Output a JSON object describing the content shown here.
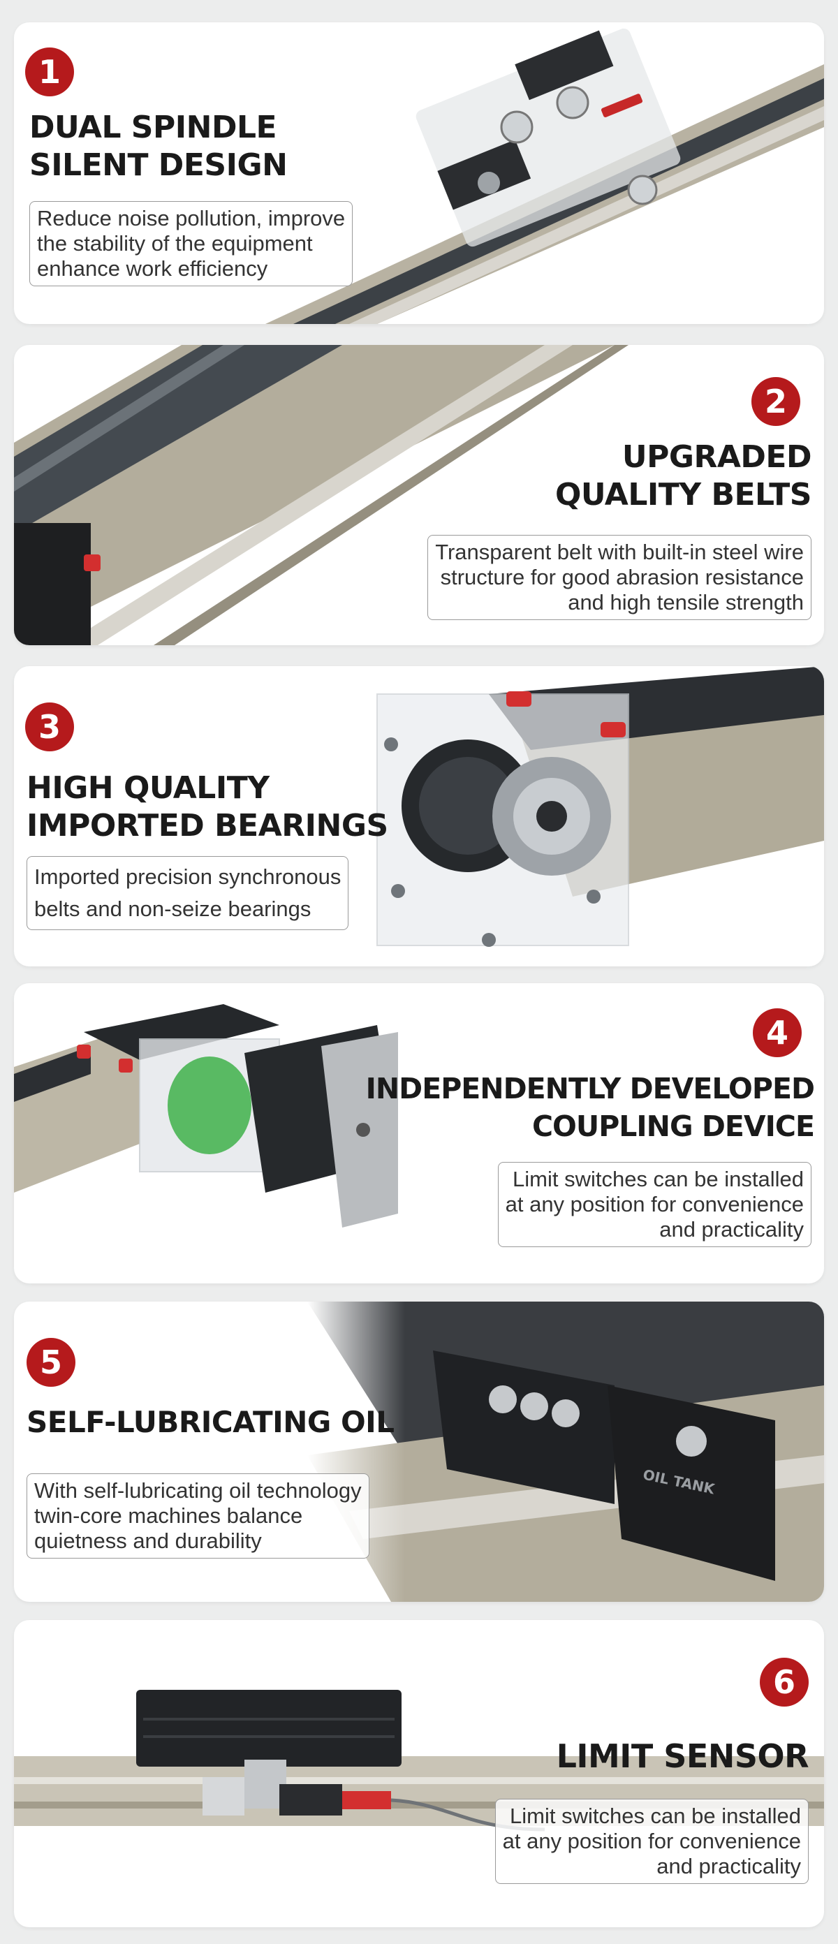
{
  "colors": {
    "badge": "#b51a1c",
    "card": "#ffffff",
    "page": "#eceded",
    "rail": "#a9a392",
    "belt": "#3a3f44"
  },
  "features": [
    {
      "number": "1",
      "title": "DUAL SPINDLE\nSILENT DESIGN",
      "description": "Reduce noise pollution, improve\nthe stability of the equipment\nenhance work efficiency"
    },
    {
      "number": "2",
      "title": "UPGRADED\nQUALITY BELTS",
      "description": "Transparent belt with built-in steel wire\nstructure for good abrasion resistance\nand high tensile strength"
    },
    {
      "number": "3",
      "title": "HIGH QUALITY\nIMPORTED BEARINGS",
      "description": "Imported precision synchronous\nbelts and non-seize bearings"
    },
    {
      "number": "4",
      "title": "INDEPENDENTLY DEVELOPED\nCOUPLING DEVICE",
      "description": "Limit switches can be installed\nat any position for convenience\nand practicality"
    },
    {
      "number": "5",
      "title": "SELF-LUBRICATING OIL",
      "description": "With self-lubricating oil technology\ntwin-core machines balance\nquietness and durability",
      "stamp": "OIL TANK"
    },
    {
      "number": "6",
      "title": "LIMIT SENSOR",
      "description": "Limit switches can be installed\nat any position for convenience\nand practicality"
    }
  ]
}
